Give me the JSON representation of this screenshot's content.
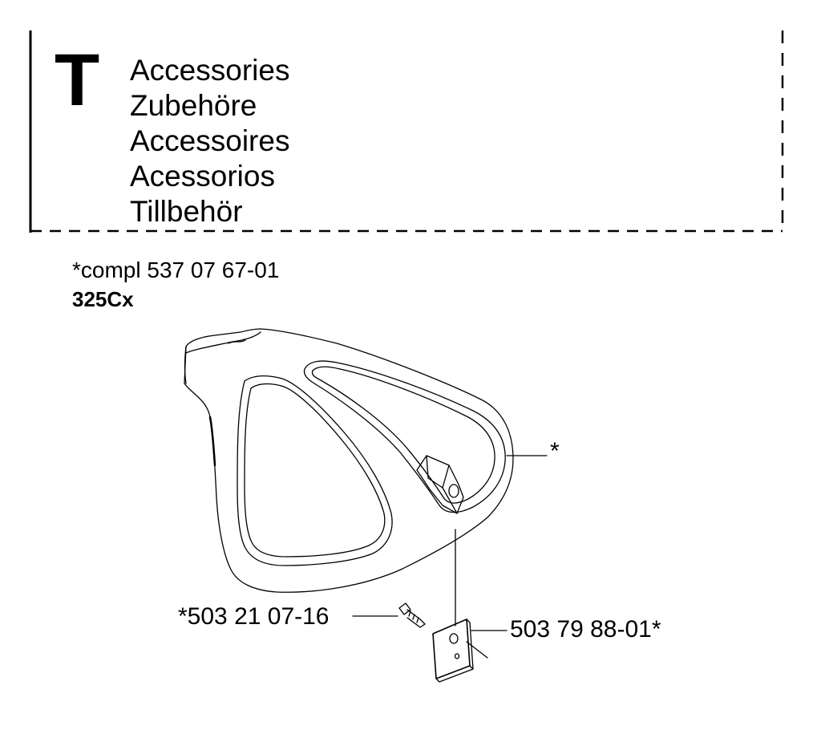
{
  "section": {
    "letter": "T",
    "titles": [
      "Accessories",
      "Zubehöre",
      "Accessoires",
      "Acessorios",
      "Tillbehör"
    ]
  },
  "assembly": {
    "compl_text": "*compl 537 07 67-01",
    "model": "325Cx"
  },
  "parts": {
    "guard_callout": "*",
    "screw_label": "*503 21 07-16",
    "plate_label": "503 79 88-01*"
  }
}
